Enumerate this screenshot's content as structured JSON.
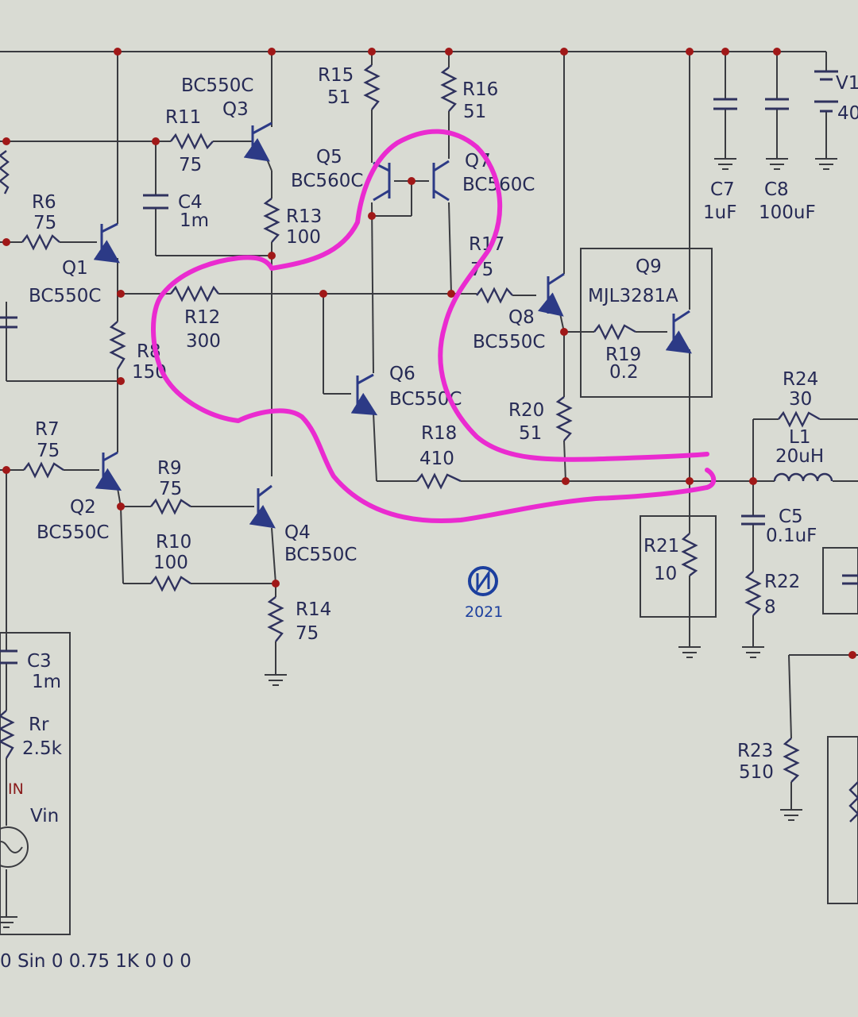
{
  "labels": {
    "q3_model": "BC550C",
    "q3": "Q3",
    "r11": "R11",
    "r11_val": "75",
    "r15": "R15",
    "r15_val": "51",
    "r16": "R16",
    "r16_val": "51",
    "v1": "V1",
    "v1_val": "40",
    "q5": "Q5",
    "q5_model": "BC560C",
    "q7": "Q7",
    "q7_model": "BC560C",
    "c7": "C7",
    "c7_val": "1uF",
    "c8": "C8",
    "c8_val": "100uF",
    "r6": "R6",
    "r6_val": "75",
    "c4": "C4",
    "c4_val": "1m",
    "r13": "R13",
    "r13_val": "100",
    "r17": "R17",
    "r17_val": "75",
    "q9": "Q9",
    "q9_model": "MJL3281A",
    "q1": "Q1",
    "q1_model": "BC550C",
    "r12": "R12",
    "r12_val": "300",
    "q8": "Q8",
    "q8_model": "BC550C",
    "r19": "R19",
    "r19_val": "0.2",
    "r8": "R8",
    "r8_val": "150",
    "q6": "Q6",
    "q6_model": "BC550C",
    "r24": "R24",
    "r24_val": "30",
    "r20": "R20",
    "r20_val": "51",
    "r18": "R18",
    "r18_val": "410",
    "l1": "L1",
    "l1_val": "20uH",
    "r7": "R7",
    "r7_val": "75",
    "r9": "R9",
    "r9_val": "75",
    "q2": "Q2",
    "q2_model": "BC550C",
    "c5": "C5",
    "c5_val": "0.1uF",
    "r10": "R10",
    "r10_val": "100",
    "q4": "Q4",
    "q4_model": "BC550C",
    "r21": "R21",
    "r21_val": "10",
    "r22": "R22",
    "r22_val": "8",
    "logo_year": "2021",
    "r14": "R14",
    "r14_val": "75",
    "c3": "C3",
    "c3_val": "1m",
    "rr": "Rr",
    "rr_val": "2.5k",
    "in": "IN",
    "vin": "Vin",
    "r23": "R23",
    "r23_val": "510",
    "source_spec": "0 Sin 0 0.75 1K 0 0 0"
  },
  "colors": {
    "background": "#d9dbd3",
    "wire": "#3a3b40",
    "component": "#2c3a86",
    "label": "#262a55",
    "node": "#a01818",
    "annotation": "#ea2bd0"
  }
}
